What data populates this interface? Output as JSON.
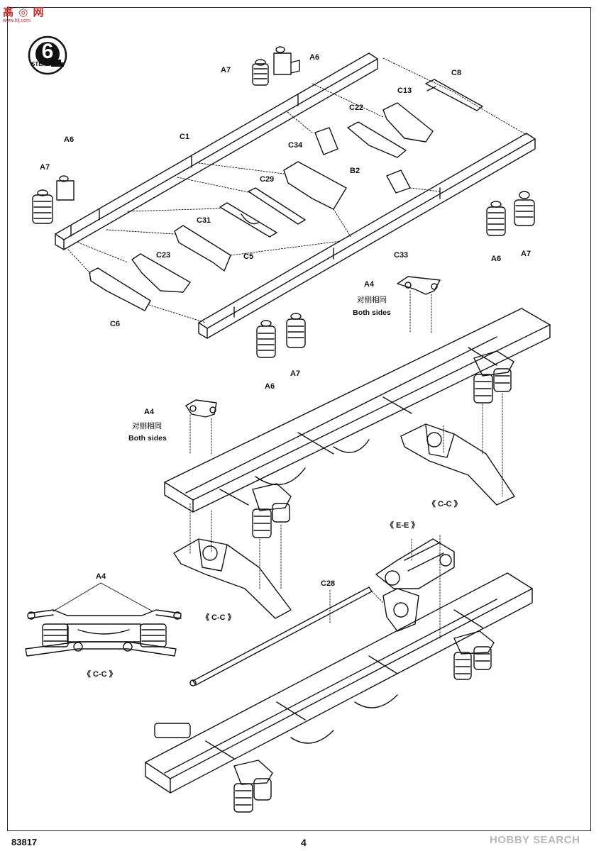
{
  "watermark": {
    "text": "高 ◎ 网",
    "sub": "www.hlj.com"
  },
  "step": {
    "number": "6",
    "word": "STEP"
  },
  "parts": {
    "a6_top": "A6",
    "a7_top": "A7",
    "c8": "C8",
    "c13": "C13",
    "c22": "C22",
    "a6_left": "A6",
    "c1": "C1",
    "a7_left": "A7",
    "c34": "C34",
    "c29": "C29",
    "b2": "B2",
    "c31": "C31",
    "c5": "C5",
    "c33": "C33",
    "a6_right": "A6",
    "a7_right": "A7",
    "c23": "C23",
    "c6": "C6",
    "a6_bottom": "A6",
    "a7_bottom": "A7",
    "a4_upper": "A4",
    "a4_mid": "A4",
    "a4_detail": "A4",
    "c28": "C28"
  },
  "notes": {
    "both_sides_cn": "对侧相同",
    "both_sides_en": "Both sides"
  },
  "sections": {
    "cc": "《 C-C 》",
    "ee": "《 E-E 》"
  },
  "footer": {
    "kit_code": "83817",
    "page": "4",
    "brand": "HOBBY SEARCH"
  },
  "colors": {
    "ink": "#111111",
    "watermark": "#c92a2a",
    "brand": "#b8b8b8"
  }
}
